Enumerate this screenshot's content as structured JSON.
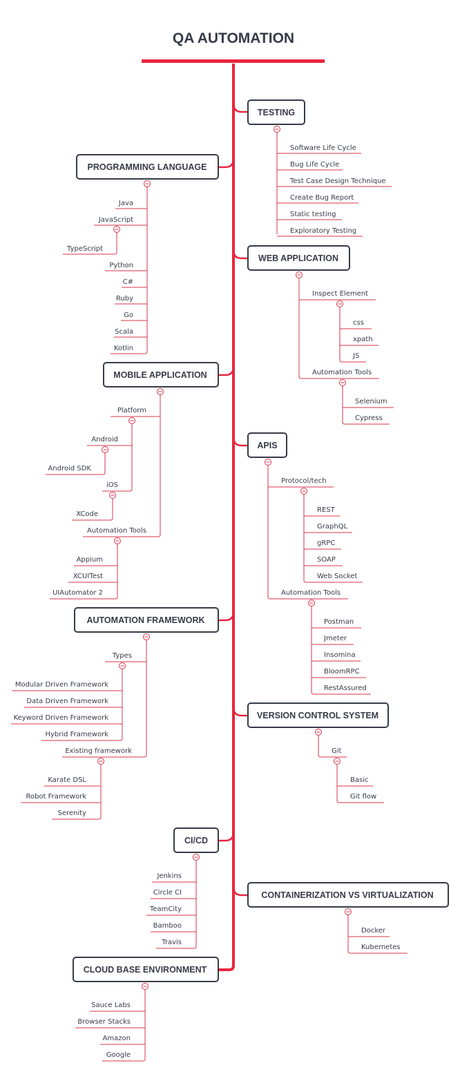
{
  "title": "QA AUTOMATION",
  "colors": {
    "accent": "#e8253f",
    "branch": "#d9344a",
    "text": "#353b48"
  },
  "topics": {
    "testing": {
      "label": "TESTING",
      "children": [
        "Software Life Cycle",
        "Bug Life Cycle",
        "Test Case Design Technique",
        "Create Bug Report",
        "Static testing",
        "Exploratory Testing"
      ]
    },
    "programming_language": {
      "label": "PROGRAMMING LANGUAGE",
      "items": {
        "java": "Java",
        "javascript": "JavaScript",
        "typescript": "TypeScript",
        "python": "Python",
        "csharp": "C#",
        "ruby": "Ruby",
        "go": "Go",
        "scala": "Scala",
        "kotlin": "Kotlin"
      }
    },
    "web_application": {
      "label": "WEB APPLICATION",
      "inspect_element": "Inspect Element",
      "inspect_children": [
        "css",
        "xpath",
        "JS"
      ],
      "automation_tools": "Automation Tools",
      "automation_children": [
        "Selenium",
        "Cypress"
      ]
    },
    "mobile_application": {
      "label": "MOBILE APPLICATION",
      "platform": "Platform",
      "android": "Android",
      "android_sdk": "Android SDK",
      "ios": "iOS",
      "xcode": "XCode",
      "automation_tools": "Automation Tools",
      "automation_children": [
        "Appium",
        "XCUITest",
        "UIAutomator 2"
      ]
    },
    "apis": {
      "label": "APIS",
      "protocol": "Protocol/tech",
      "protocol_children": [
        "REST",
        "GraphQL",
        "gRPC",
        "SOAP",
        "Web Socket"
      ],
      "automation_tools": "Automation Tools",
      "automation_children": [
        "Postman",
        "Jmeter",
        "Insomina",
        "BloomRPC",
        "RestAssured"
      ]
    },
    "automation_framework": {
      "label": "AUTOMATION FRAMEWORK",
      "types": "Types",
      "types_children": [
        "Modular Driven Framework",
        "Data Driven Framework",
        "Keyword Driven Framework",
        "Hybrid Framework"
      ],
      "existing": "Existing framework",
      "existing_children": [
        "Karate DSL",
        "Robot Framework",
        "Serenity"
      ]
    },
    "version_control": {
      "label": "VERSION CONTROL SYSTEM",
      "git": "Git",
      "git_children": [
        "Basic",
        "Git flow"
      ]
    },
    "cicd": {
      "label": "CI/CD",
      "children": [
        "Jenkins",
        "Circle CI",
        "TeamCity",
        "Bamboo",
        "Travis"
      ]
    },
    "containerization": {
      "label": "CONTAINERIZATION VS VIRTUALIZATION",
      "children": [
        "Docker",
        "Kubernetes"
      ]
    },
    "cloud": {
      "label": "CLOUD BASE ENVIRONMENT",
      "children": [
        "Sauce Labs",
        "Browser Stacks",
        "Amazon",
        "Google"
      ]
    }
  }
}
